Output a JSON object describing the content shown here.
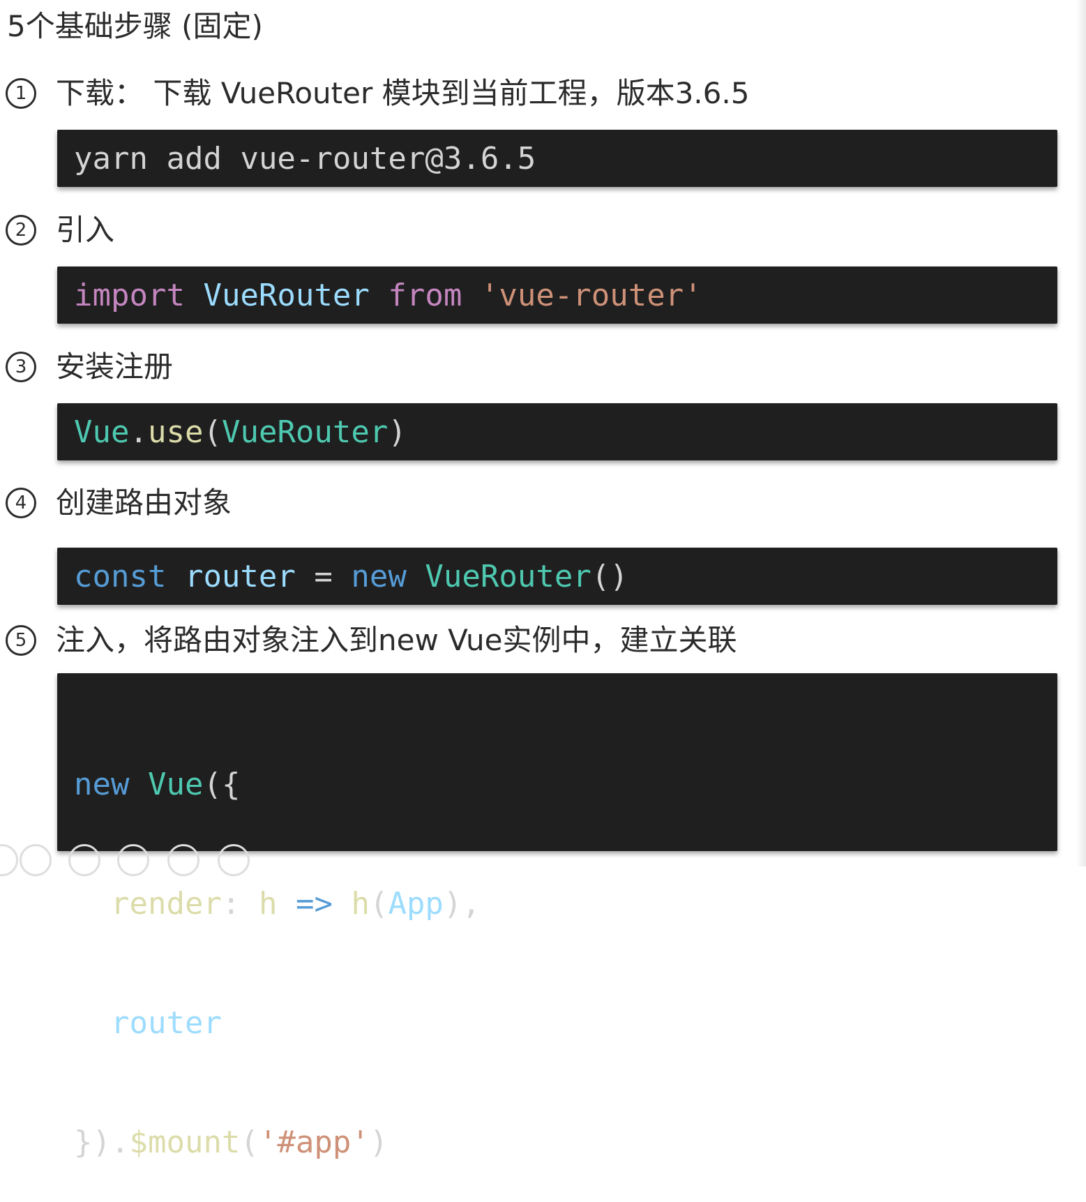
{
  "title": "5个基础步骤 (固定)",
  "steps": [
    {
      "marker": "1",
      "title": "下载：  下载 VueRouter 模块到当前工程，版本3.6.5",
      "code": [
        "yarn",
        " ",
        "add",
        " ",
        "vue-router@3.6.5"
      ]
    },
    {
      "marker": "2",
      "title": "引入",
      "code": [
        "import",
        " ",
        "VueRouter",
        " ",
        "from",
        " ",
        "'vue-router'"
      ]
    },
    {
      "marker": "3",
      "title": "安装注册",
      "code": [
        "Vue",
        ".",
        "use",
        "(",
        "VueRouter",
        ")"
      ]
    },
    {
      "marker": "4",
      "title": "创建路由对象",
      "code": [
        "const",
        " ",
        "router",
        " ",
        "=",
        " ",
        "new",
        " ",
        "VueRouter",
        "()"
      ]
    },
    {
      "marker": "5",
      "title": "注入，将路由对象注入到new Vue实例中，建立关联",
      "code_lines": [
        [
          "new",
          " ",
          "Vue",
          "({"
        ],
        [
          "render",
          ":",
          " ",
          "h",
          " ",
          "=>",
          " ",
          "h",
          "(",
          "App",
          "),"
        ],
        [
          "router"
        ],
        [
          "})",
          ".",
          "$mount",
          "(",
          "'#app'",
          ")"
        ]
      ]
    }
  ],
  "footer_icons": [
    "video-icon",
    "search-icon",
    "window-icon",
    "image-icon",
    "more-icon"
  ]
}
